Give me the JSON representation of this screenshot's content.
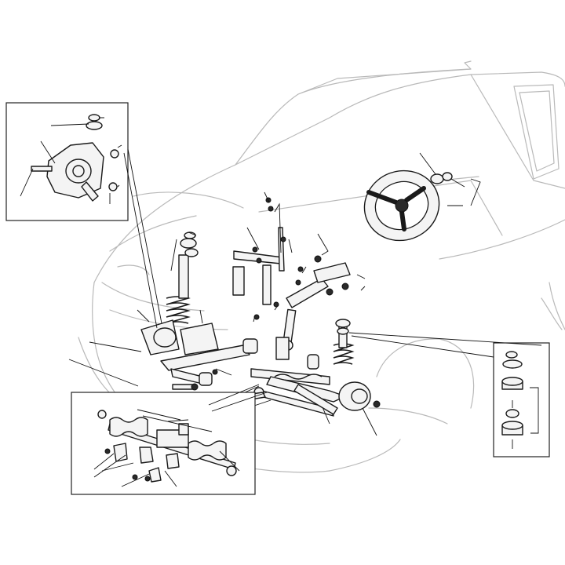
{
  "diagram": {
    "background": "#ffffff",
    "line_color": "#1a1a1a",
    "car_outline_color": "#b9b9b9",
    "insets": [
      {
        "name": "steering-knuckle-detail"
      },
      {
        "name": "steering-rack-detail"
      },
      {
        "name": "strut-mount-detail"
      }
    ],
    "components": [
      "steering-wheel-icon",
      "steering-column-icon",
      "front-strut-left-icon",
      "front-strut-right-icon",
      "lower-control-arm-left-icon",
      "lower-control-arm-right-icon",
      "steering-rack-icon",
      "wheel-hub-icon"
    ]
  }
}
